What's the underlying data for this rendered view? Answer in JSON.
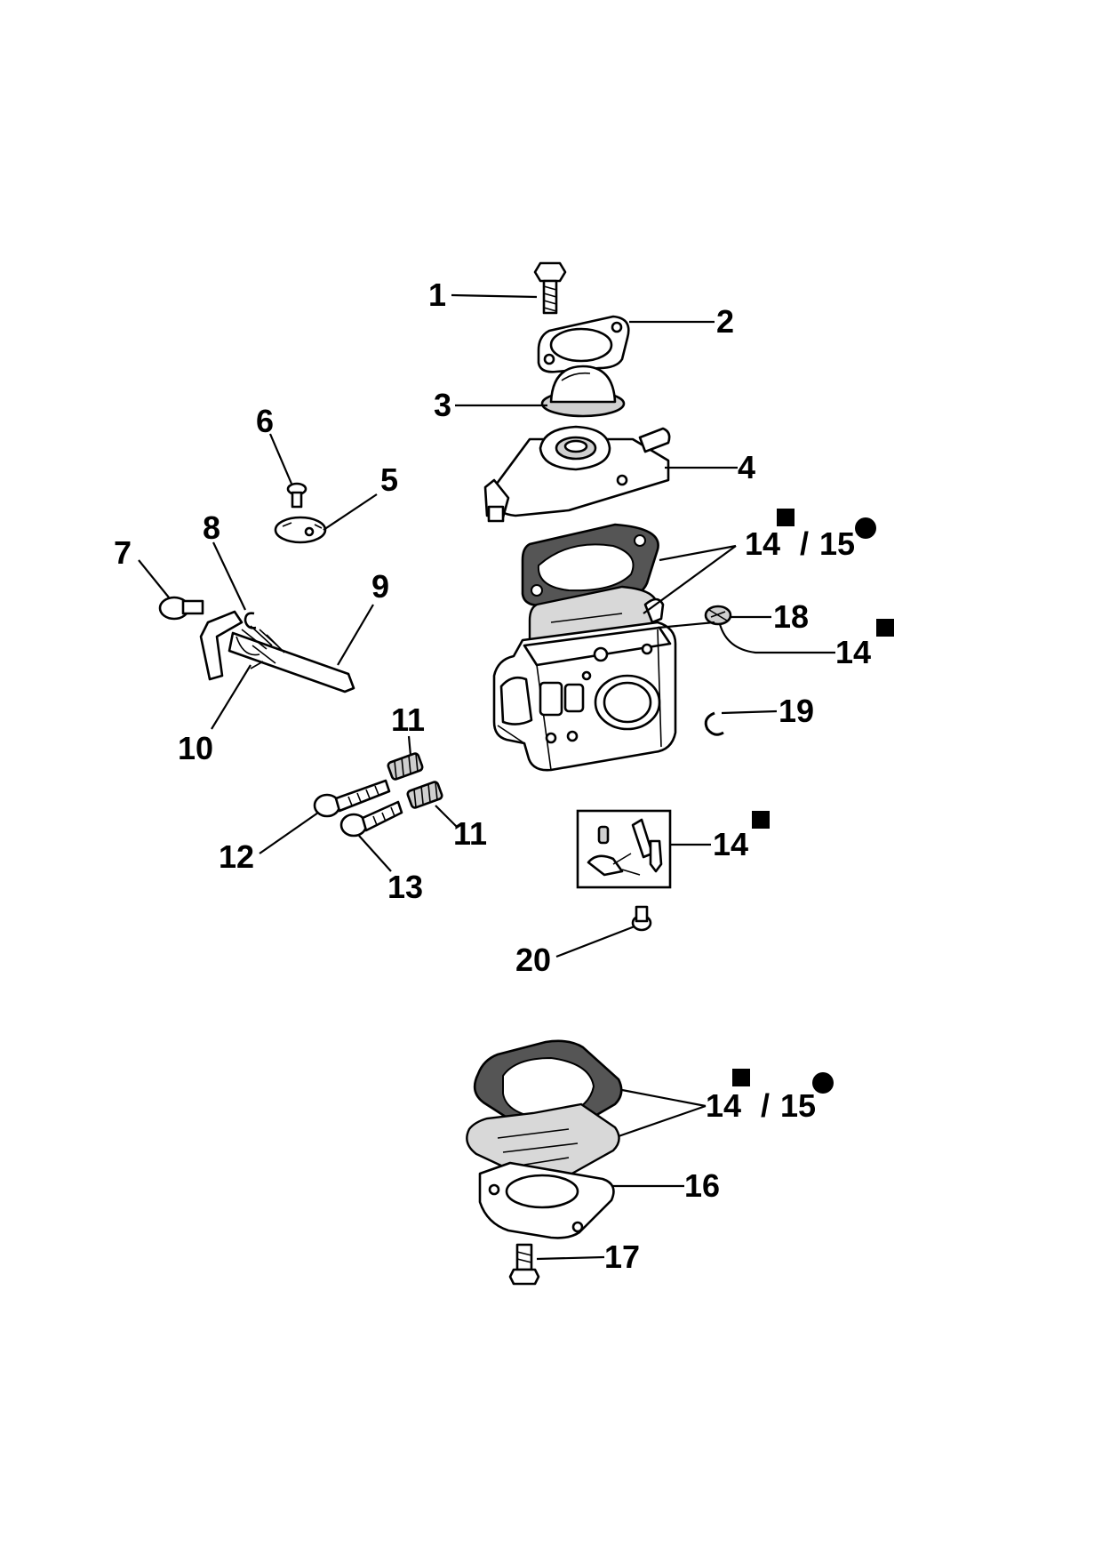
{
  "callouts": {
    "c1": "1",
    "c2": "2",
    "c3": "3",
    "c4": "4",
    "c5": "5",
    "c6": "6",
    "c7": "7",
    "c8": "8",
    "c9": "9",
    "c10": "10",
    "c11a": "11",
    "c11b": "11",
    "c12": "12",
    "c13": "13",
    "c14_15_top_a": "14",
    "c14_15_top_sep": "/",
    "c14_15_top_b": "15",
    "c18": "18",
    "c14_mid": "14",
    "c19": "19",
    "c14_kit": "14",
    "c20": "20",
    "c14_15_bot_a": "14",
    "c14_15_bot_sep": "/",
    "c14_15_bot_b": "15",
    "c16": "16",
    "c17": "17"
  },
  "symbols": {
    "kit_square": "filled-square-marker",
    "kit_circle": "filled-circle-marker"
  }
}
